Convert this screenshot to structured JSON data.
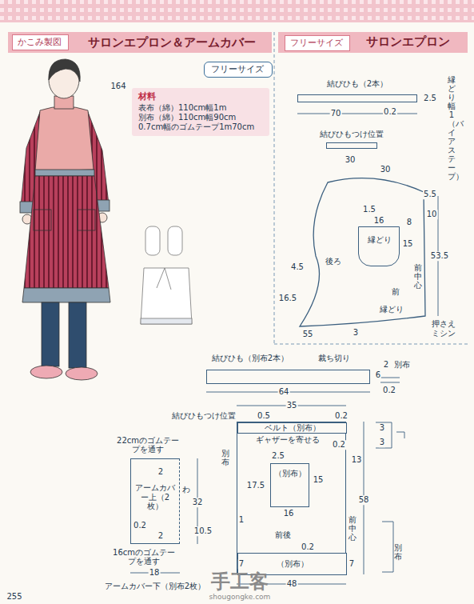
{
  "diagram": {
    "title": "サロンエプロン＆アームカバー",
    "nodes": [
      {
        "text": [
          "かこみ製図"
        ]
      },
      {
        "text": [
          "フリーサイズ"
        ]
      },
      {
        "text": [
          "フリーサイズ"
        ]
      },
      {
        "text": [
          "材料",
          "表布（綿）110cm幅1m",
          "別布（綿）110cm幅90cm",
          "0.7cm幅のゴムテープ1m70cm"
        ]
      },
      {
        "text": [
          "結びひも（2本）"
        ]
      },
      {
        "text": [
          "結びひもつけ位置"
        ]
      },
      {
        "text": [
          "後ろ",
          "前"
        ]
      },
      {
        "text": [
          "縁どり"
        ],
        "in": 6
      },
      {
        "text": [
          "結びひも（別布2本）",
          "裁ち切り"
        ]
      },
      {
        "text": [
          "前後"
        ]
      },
      {
        "text": [
          "ベルト（別布）"
        ],
        "in": 9
      },
      {
        "text": [
          "（別布）"
        ],
        "in": 9
      },
      {
        "text": [
          "（別布）"
        ],
        "in": 9
      },
      {
        "text": [
          "アームカバー上（2枚）",
          "アームカバー下（別布2枚）"
        ]
      }
    ],
    "labels": [
      "サロンエプロン",
      "164",
      "2.5",
      "70",
      "0.2",
      "縁どり幅1（バイアステープ）",
      "30",
      "30",
      "5.5",
      "10",
      "1.5",
      "16",
      "8",
      "15",
      "53.5",
      "前中心",
      "4.5",
      "16.5",
      "縁どり",
      "55",
      "3",
      "押さえミシン",
      "6",
      "2",
      "別布",
      "0.2",
      "64",
      "35",
      "結びひもつけ位置",
      "0.5",
      "0.2",
      "ギャザーを寄せる",
      "0.2",
      "3",
      "3",
      "13",
      "2.5",
      "15",
      "17.5",
      "16",
      "58",
      "前中心",
      "1",
      "別布",
      "0.2",
      "7",
      "7",
      "48",
      "別布",
      "22cmのゴムテープを通す",
      "2",
      "32",
      "わ",
      "0.2",
      "10.5",
      "2",
      "16cmのゴムテープを通す",
      "18",
      "255",
      "手工客",
      "shougongke.com"
    ]
  }
}
